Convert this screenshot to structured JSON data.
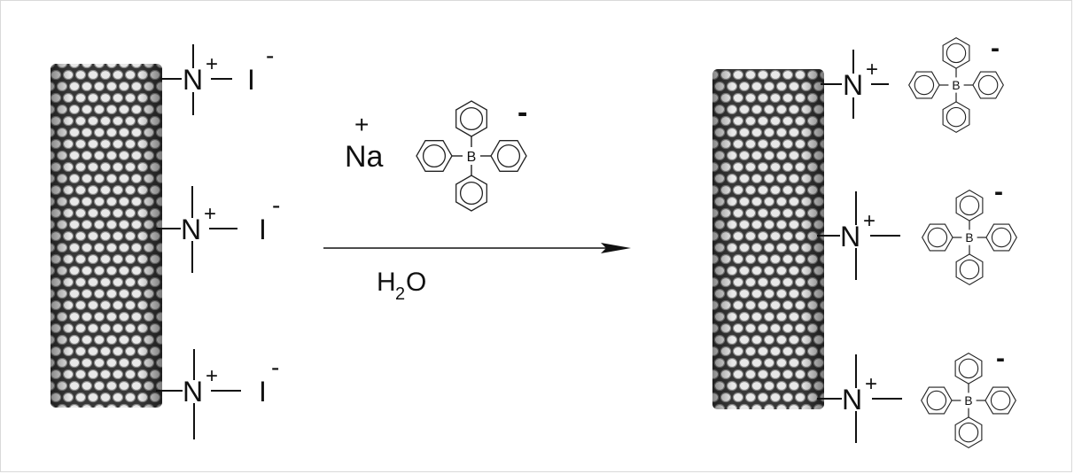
{
  "reactant": {
    "ammonium": {
      "atom": "N",
      "charge": "+"
    },
    "counterion": {
      "atom": "I",
      "charge": "-"
    }
  },
  "reagent": {
    "cation": {
      "atom": "Na",
      "charge": "+"
    },
    "anion": {
      "center": "B",
      "charge": "-"
    },
    "solvent": {
      "main": "H",
      "subscript": "2",
      "tail": "O"
    }
  },
  "product": {
    "ammonium": {
      "atom": "N",
      "charge": "+"
    },
    "anion": {
      "center": "B",
      "charge": "-"
    }
  },
  "colors": {
    "ink": "#111111",
    "tube_dark": "#3a3a3a",
    "tube_light": "#9a9a9a"
  }
}
